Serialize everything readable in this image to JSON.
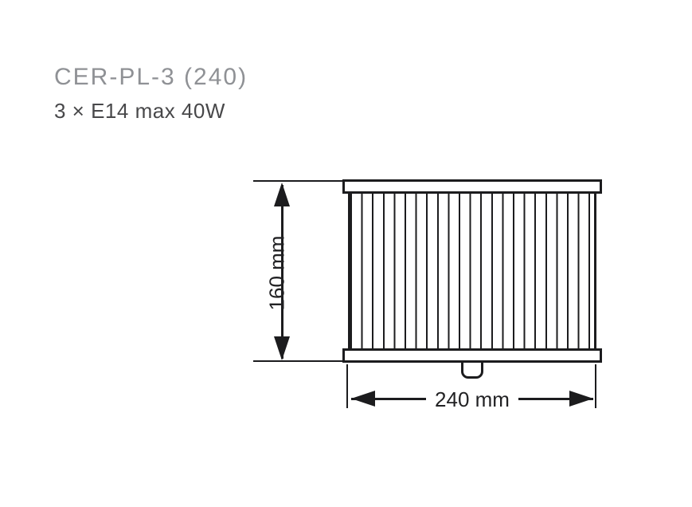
{
  "header": {
    "title": "CER-PL-3 (240)",
    "subtitle": "3 × E14 max 40W"
  },
  "diagram": {
    "height_label": "160 mm",
    "width_label": "240 mm",
    "icons": {
      "arrow_up": "arrow-up-icon",
      "arrow_down": "arrow-down-icon",
      "arrow_left": "arrow-left-icon",
      "arrow_right": "arrow-right-icon"
    }
  },
  "colors": {
    "line_dark": "#1c1c1e",
    "title_gray": "#8f9195",
    "subtitle_gray": "#48484a",
    "background": "#ffffff"
  }
}
